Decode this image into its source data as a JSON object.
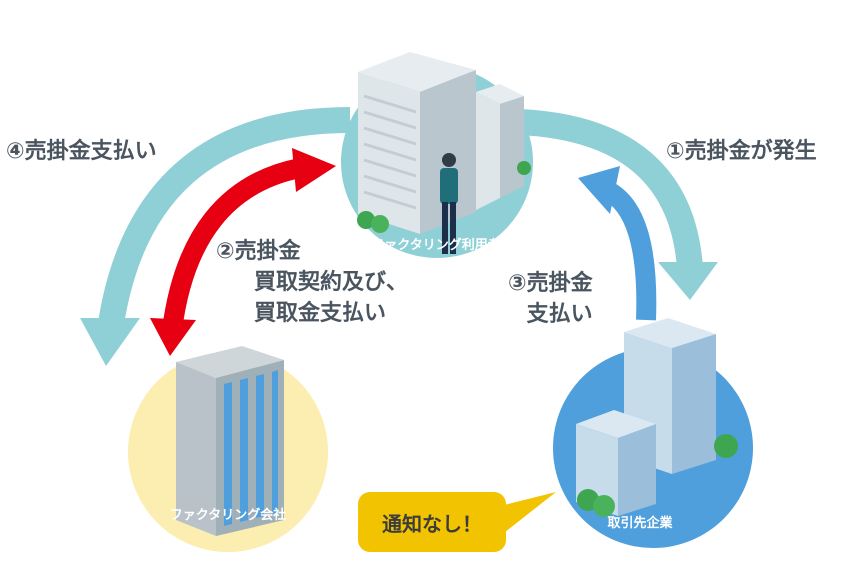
{
  "nodes": {
    "top_label": "ファクタリング利用者",
    "left_label": "ファクタリング会社",
    "right_label": "取引先企業"
  },
  "steps": {
    "step1": "①売掛金が発生",
    "step2_line1": "②売掛金",
    "step2_line2": "買取契約及び、",
    "step2_line3": "買取金支払い",
    "step3_line1": "③売掛金",
    "step3_line2": "支払い",
    "step4": "④売掛金支払い"
  },
  "callout": {
    "text": "通知なし！"
  },
  "colors": {
    "teal_arrow": "#8fd0d6",
    "red_arrow": "#e60012",
    "blue_arrow": "#4f9fdd",
    "top_circle": "#8fd0d6",
    "left_circle": "#fbeeb0",
    "right_circle": "#4f9fdd",
    "callout": "#f2c300"
  }
}
